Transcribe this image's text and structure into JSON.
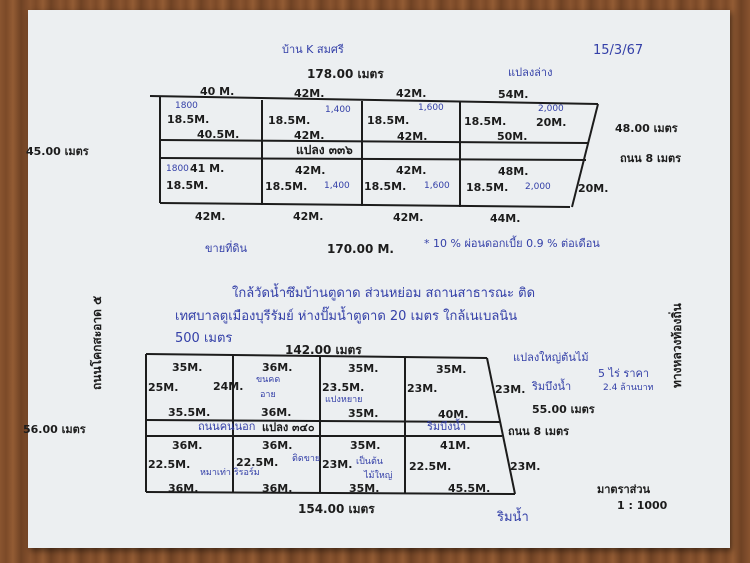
{
  "header": {
    "top_note": "บ้าน K สมศรี",
    "date": "15/3/67",
    "plot_label": "แปลงล่าง"
  },
  "plot1": {
    "top_total": "178.00 เมตร",
    "left_side": "45.00 เมตร",
    "right_side": "48.00 เมตร",
    "road": "ถนน 8 เมตร",
    "road_name": "แปลง ๓๓๖",
    "bottom_total": "170.00 M.",
    "sell_label": "ขายที่ดิน",
    "finance_note": "* 10 % ผ่อนดอกเบี้ย 0.9 % ต่อเดือน",
    "row1_top": [
      "40 M.",
      "42M.",
      "42M.",
      "54M."
    ],
    "row1_bottom": [
      "40.5M.",
      "42M.",
      "42M.",
      "50M."
    ],
    "row1_height": "18.5M.",
    "row1_right": "20M.",
    "row1_prices": [
      "1800",
      "1,400",
      "1,600",
      "2,000"
    ],
    "row2_top": [
      "41 M.",
      "42M.",
      "42M.",
      "48M."
    ],
    "row2_bottom": [
      "42M.",
      "42M.",
      "42M.",
      "44M."
    ],
    "row2_height": "18.5M.",
    "row2_right": "20M.",
    "row2_prices": [
      "1800",
      "1,400",
      "1,600",
      "2,000"
    ]
  },
  "description": {
    "line1": "ใกล้วัดน้ำซึมบ้านตูดาด ส่วนหย่อม สถานสาธารณะ ติด",
    "line2": "เทศบาลตูเมืองบุรีรัมย์ ห่างปั๊มน้ำตูดาด 20 เมตร ใกล้เนเบลนิน",
    "line3": "500 เมตร"
  },
  "plot2": {
    "top_total": "142.00 เมตร",
    "left_side": "56.00 เมตร",
    "right_side": "55.00 เมตร",
    "road": "ถนน 8 เมตร",
    "road_name": "แปลง ๓๔๐",
    "road_left": "ถนนคนนอก",
    "road_right": "ริมบึงน้ำ",
    "bottom_total": "154.00 เมตร",
    "bottom_label": "ริมน้ำ",
    "scale_label": "มาตราส่วน",
    "scale": "1 : 1000",
    "big_plot_note": "แปลงใหญ่ต้นไม้",
    "area_note": "5 ไร่ ราคา",
    "price_note": "2.4 ล้านบาท",
    "water_note": "ริมบึงน้ำ",
    "row1_top": [
      "35M.",
      "36M.",
      "35M.",
      "35M."
    ],
    "row1_bottom": [
      "35.5M.",
      "36M.",
      "35M.",
      "40M."
    ],
    "row1_heights": [
      "25M.",
      "24M.",
      "23.5M.",
      "23M.",
      "23M."
    ],
    "row2_top": [
      "36M.",
      "36M.",
      "35M.",
      "41M."
    ],
    "row2_bottom": [
      "36M.",
      "36M.",
      "35M.",
      "45.5M."
    ],
    "row2_heights": [
      "22.5M.",
      "22.5M.",
      "23M.",
      "22.5M.",
      "23M."
    ],
    "cell_notes": [
      "ขนคด",
      "อาย",
      "แปงหยาย",
      "ติดขาย",
      "หมาเท่า ริรอร์ม",
      "เป็นต้น",
      "ไม้ใหญ่"
    ]
  },
  "side_labels": {
    "left": "ถนนโคกสะอาด ๕",
    "right": "ทางหลวงท้องถิ่น"
  }
}
